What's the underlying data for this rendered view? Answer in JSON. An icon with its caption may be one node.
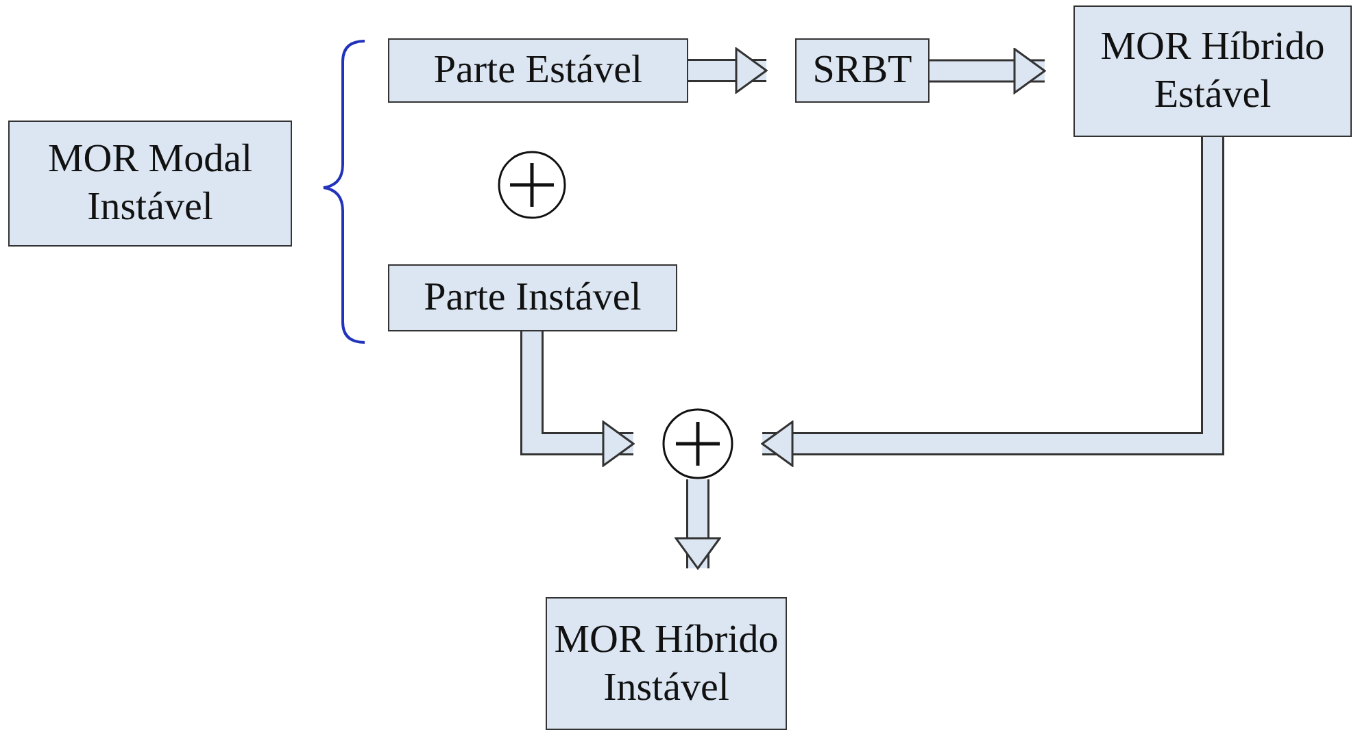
{
  "diagram": {
    "nodes": [
      {
        "text": [
          "MOR Modal Instável"
        ]
      },
      {
        "text": [
          "Parte Estável"
        ]
      },
      {
        "text": [
          "SRBT"
        ]
      },
      {
        "text": [
          "MOR Híbrido Estável"
        ]
      },
      {
        "text": [
          "Parte Instável"
        ]
      },
      {
        "text": [],
        "shape": "circle"
      },
      {
        "text": [
          "MOR Híbrido Instável"
        ]
      }
    ],
    "edges": [
      {
        "from": 1,
        "to": 2,
        "arrow": "to"
      },
      {
        "from": 2,
        "to": 3,
        "arrow": "to"
      },
      {
        "from": 3,
        "to": 5,
        "arrow": "to"
      },
      {
        "from": 4,
        "to": 5,
        "arrow": "to"
      },
      {
        "from": 5,
        "to": 6,
        "arrow": "to"
      }
    ]
  }
}
